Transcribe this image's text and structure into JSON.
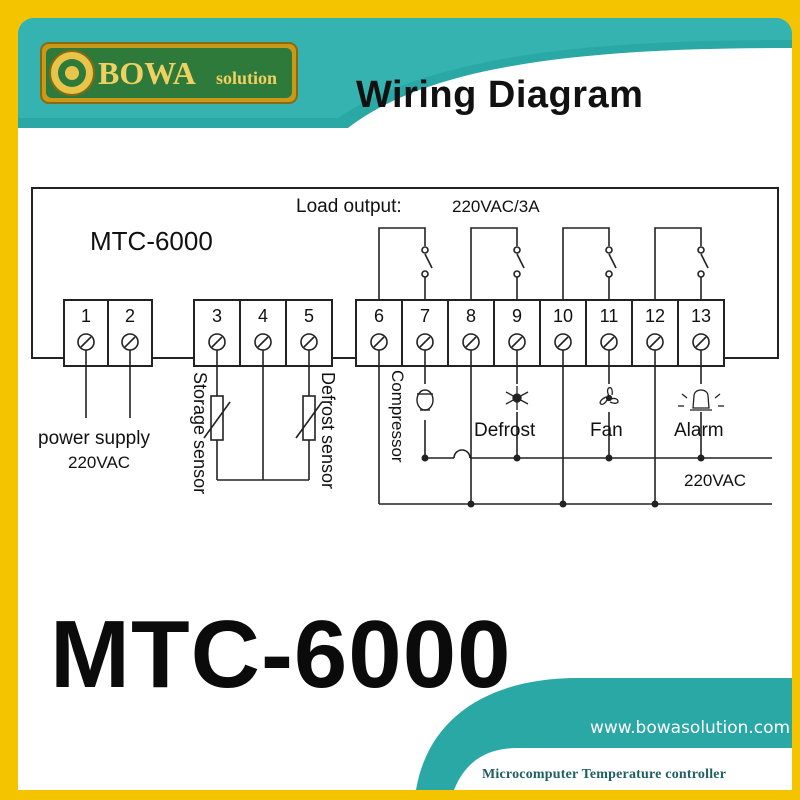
{
  "brand": {
    "name": "BOWA",
    "tag": "solution"
  },
  "heading": "Wiring Diagram",
  "diagram": {
    "model_label": "MTC-6000",
    "load_output_label": "Load output:",
    "load_output_rating": "220VAC/3A",
    "terminals": [
      "1",
      "2",
      "3",
      "4",
      "5",
      "6",
      "7",
      "8",
      "9",
      "10",
      "11",
      "12",
      "13"
    ],
    "power_label": "power supply",
    "power_voltage": "220VAC",
    "storage_sensor": "Storage sensor",
    "defrost_sensor": "Defrost sensor",
    "compressor": "Compressor",
    "defrost": "Defrost",
    "fan": "Fan",
    "alarm": "Alarm",
    "supply_voltage": "220VAC"
  },
  "model_big": "MTC-6000",
  "website": "www.bowasolution.com",
  "subtitle": "Microcomputer Temperature controller",
  "colors": {
    "frame": "#f5c400",
    "teal": "#2aa8a6",
    "logo_gold": "#d4a017",
    "logo_green": "#1f6b3a"
  }
}
